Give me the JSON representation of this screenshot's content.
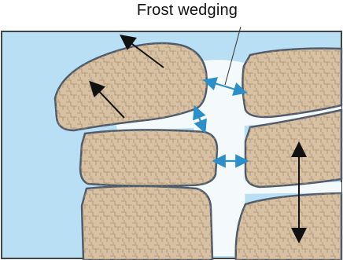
{
  "diagram": {
    "label": "Frost wedging",
    "colors": {
      "background": "#ffffff",
      "sky": "#b8dff3",
      "ice": "#f4f9fc",
      "rock": "#d8c1a2",
      "rock_texture": "#a89073",
      "rock_edge": "#4f5a6a",
      "ice_arrow": "#2b8fc9",
      "motion_arrow": "#111111"
    },
    "elements": [
      {
        "name": "rock-block-top-left",
        "kind": "rock"
      },
      {
        "name": "rock-block-top-right",
        "kind": "rock"
      },
      {
        "name": "rock-block-middle-left",
        "kind": "rock"
      },
      {
        "name": "rock-block-middle-right",
        "kind": "rock"
      },
      {
        "name": "rock-block-bottom-left",
        "kind": "rock"
      },
      {
        "name": "rock-block-bottom-right",
        "kind": "rock"
      }
    ]
  }
}
